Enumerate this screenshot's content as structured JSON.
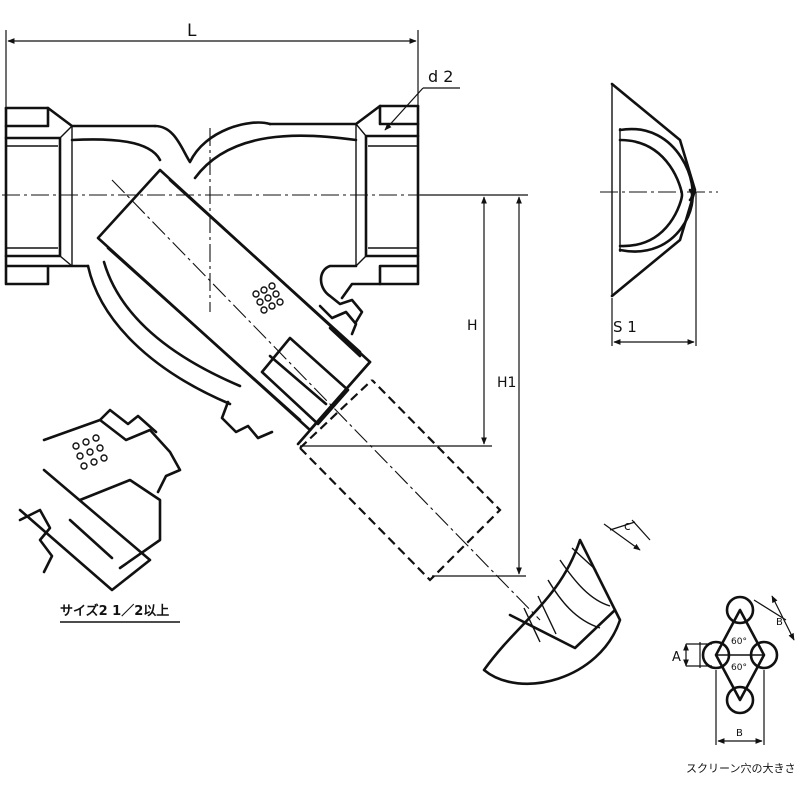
{
  "labels": {
    "L": "L",
    "d2": "d 2",
    "H": "H",
    "H1": "H1",
    "S1": "S 1",
    "c": "c",
    "A": "A",
    "B_top": "B",
    "B_bottom": "B",
    "angle_upper": "60°",
    "angle_lower": "60°",
    "size_note": "サイズ2 1／2以上",
    "screen_note": "スクリーン穴の大きさ"
  }
}
